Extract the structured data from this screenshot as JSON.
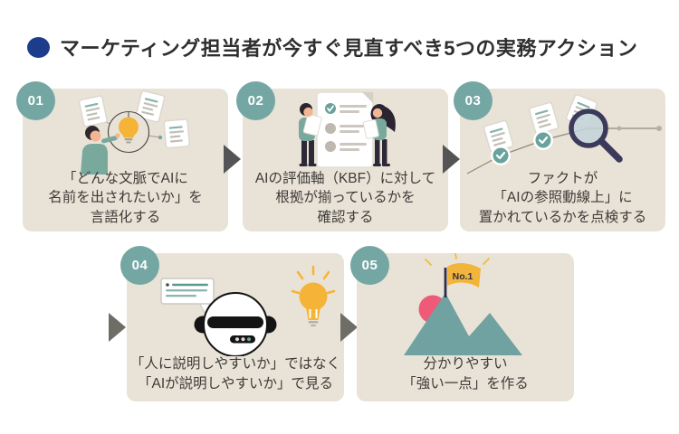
{
  "title": {
    "text": "マーケティング担当者が今すぐ見直すべき5つの実務アクション",
    "bullet_icon": "circle-bullet-icon",
    "bullet_color": "#1d3c8c"
  },
  "colors": {
    "background": "#ffffff",
    "card_background": "#e9e3d7",
    "badge_teal": "#74a7a3",
    "arrow_dark": "#545456",
    "arrow_light": "#6e6e67",
    "text_dark": "#3d3b38",
    "accent_yellow": "#f5b437",
    "accent_pink": "#ee5a77",
    "accent_navy": "#3b3a5a",
    "illustration_teal": "#79a89d"
  },
  "steps": [
    {
      "number": "01",
      "illustration": "person-pointing-lightbulb-documents",
      "lines": [
        "「どんな文脈でAIに",
        "名前を出されたいか」を",
        "言語化する"
      ]
    },
    {
      "number": "02",
      "illustration": "two-people-checklist-document",
      "lines": [
        "AIの評価軸（KBF）に対して",
        "根拠が揃っているかを",
        "確認する"
      ]
    },
    {
      "number": "03",
      "illustration": "magnifier-over-checkpoint-path",
      "lines": [
        "ファクトが",
        "「AIの参照動線上」に",
        "置かれているかを点検する"
      ]
    },
    {
      "number": "04",
      "illustration": "robot-head-speech-bubble-lightbulb",
      "lines": [
        "「人に説明しやすいか」ではなく",
        "「AIが説明しやすいか」で見る"
      ]
    },
    {
      "number": "05",
      "illustration": "mountain-peak-no1-flag",
      "flag_label": "No.1",
      "lines": [
        "分かりやすい",
        "「強い一点」を作る"
      ]
    }
  ]
}
